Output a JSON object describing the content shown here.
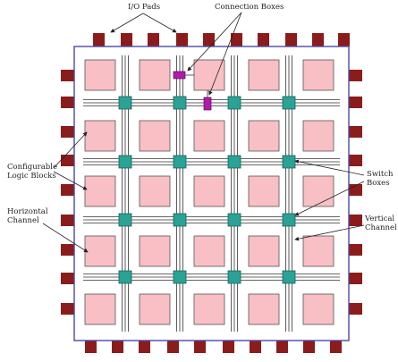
{
  "figure": {
    "labels": {
      "io_pads": "I/O Pads",
      "connection_boxes": "Connection Boxes",
      "configurable_logic_blocks": [
        "Configurable",
        "Logic Blocks"
      ],
      "switch_boxes": [
        "Switch",
        "Boxes"
      ],
      "horizontal_channel": [
        "Horizontal",
        "Channel"
      ],
      "vertical_channel": [
        "Vertical",
        "Channel"
      ]
    },
    "grid": {
      "logic_block_rows": 5,
      "logic_block_cols": 5,
      "switch_box_rows": 4,
      "switch_box_cols": 4
    },
    "colors": {
      "logic_block": "#f8bfc5",
      "switch_box": "#2aa296",
      "io_pad": "#8b1c1c",
      "connection_box": "#b01aa8",
      "chip_border": "#4a4aa6",
      "wire": "#333333"
    }
  }
}
